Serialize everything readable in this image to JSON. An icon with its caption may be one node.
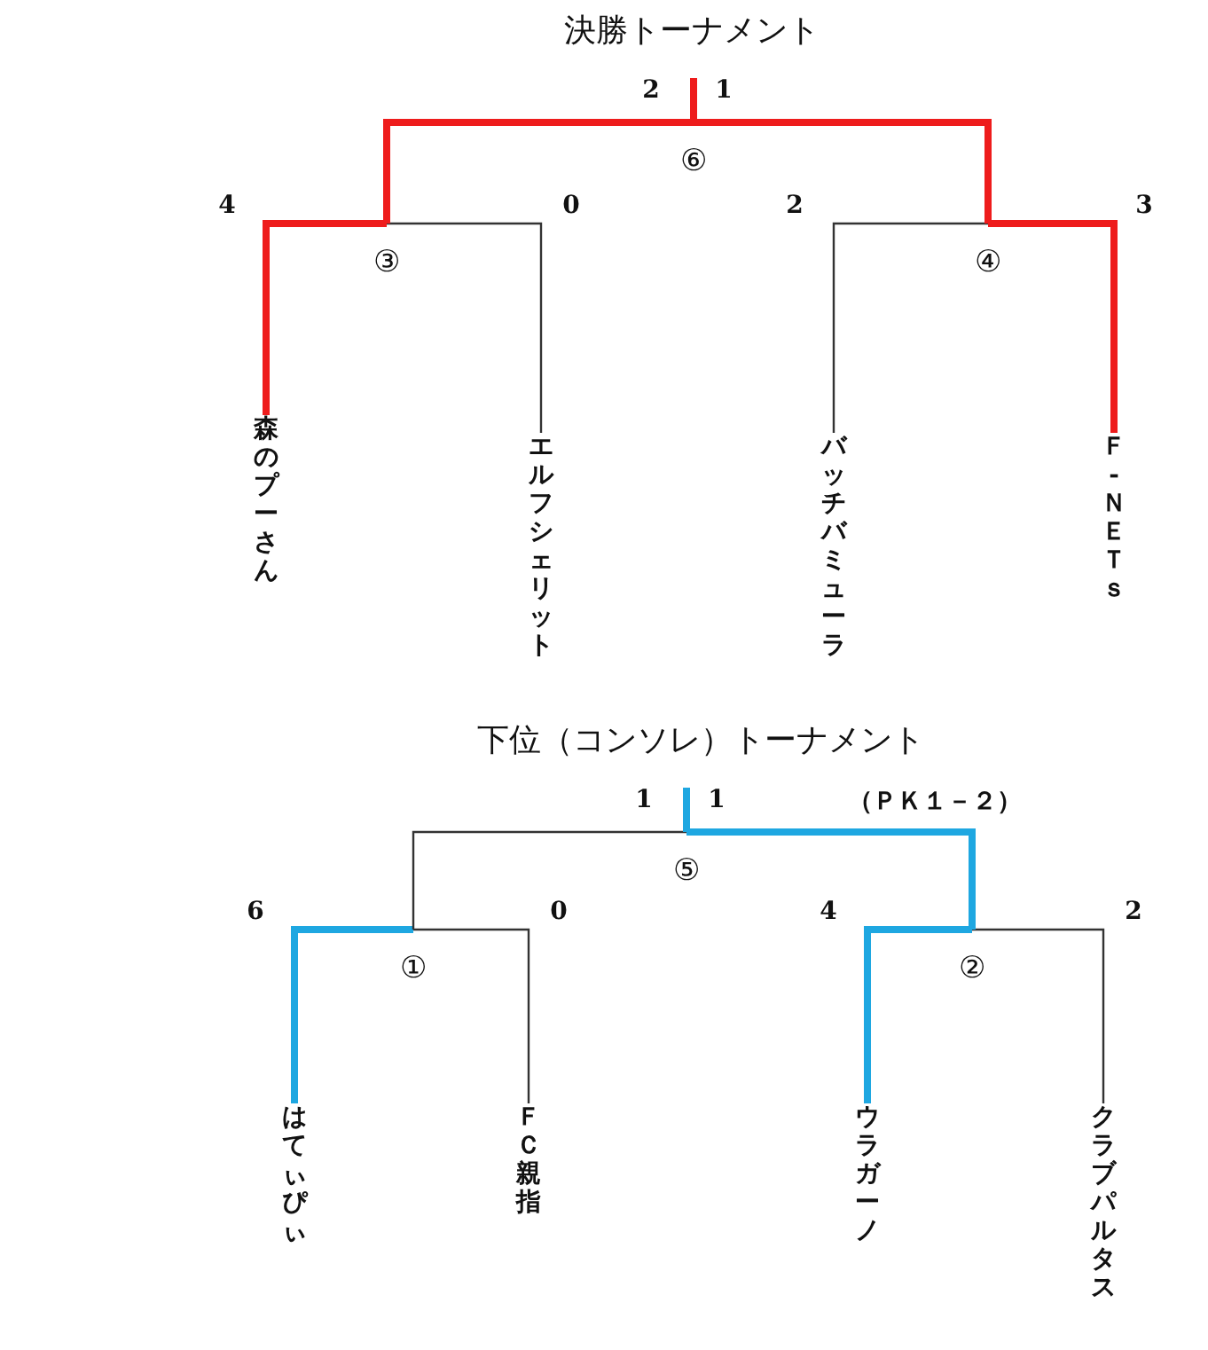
{
  "diagram": {
    "title": "決勝トーナメント",
    "nodes": [
      {
        "text": [
          "森のプーさん"
        ]
      },
      {
        "text": [
          "エルフシェリット"
        ]
      },
      {
        "text": [
          "バッチバミューラ"
        ]
      },
      {
        "text": [
          "Ｆ-ＮＥＴｓ"
        ]
      },
      {
        "text": [
          "③"
        ]
      },
      {
        "text": [
          "④"
        ]
      },
      {
        "text": [
          "⑥"
        ]
      },
      {
        "text": [
          "はてぃぴぃ"
        ]
      },
      {
        "text": [
          "ＦＣ親指"
        ]
      },
      {
        "text": [
          "ウラガーノ"
        ]
      },
      {
        "text": [
          "クラブパルタス"
        ]
      },
      {
        "text": [
          "①"
        ]
      },
      {
        "text": [
          "②"
        ]
      },
      {
        "text": [
          "⑤"
        ]
      }
    ],
    "edges": [
      {
        "from": 0,
        "to": 4,
        "arrow": "none",
        "label": "4",
        "color": "#ee1c1c"
      },
      {
        "from": 1,
        "to": 4,
        "arrow": "none",
        "label": "0",
        "color": "#333333"
      },
      {
        "from": 2,
        "to": 5,
        "arrow": "none",
        "label": "2",
        "color": "#333333"
      },
      {
        "from": 3,
        "to": 5,
        "arrow": "none",
        "label": "3",
        "color": "#ee1c1c"
      },
      {
        "from": 4,
        "to": 6,
        "arrow": "none",
        "label": "2",
        "color": "#ee1c1c"
      },
      {
        "from": 5,
        "to": 6,
        "arrow": "none",
        "label": "1",
        "color": "#ee1c1c"
      },
      {
        "from": 6,
        "to": null,
        "arrow": "none",
        "color": "#ee1c1c"
      },
      {
        "from": 7,
        "to": 11,
        "arrow": "none",
        "label": "6",
        "color": "#1ea7e1"
      },
      {
        "from": 8,
        "to": 11,
        "arrow": "none",
        "label": "0",
        "color": "#333333"
      },
      {
        "from": 9,
        "to": 12,
        "arrow": "none",
        "label": "4",
        "color": "#1ea7e1"
      },
      {
        "from": 10,
        "to": 12,
        "arrow": "none",
        "label": "2",
        "color": "#333333"
      },
      {
        "from": 11,
        "to": 13,
        "arrow": "none",
        "label": "1",
        "color": "#333333"
      },
      {
        "from": 12,
        "to": 13,
        "arrow": "none",
        "label": "1",
        "color": "#1ea7e1"
      },
      {
        "from": 13,
        "to": null,
        "arrow": "none",
        "color": "#1ea7e1"
      }
    ],
    "labels": [
      "下位（コンソレ）トーナメント",
      "（ＰＫ１－２）"
    ]
  }
}
